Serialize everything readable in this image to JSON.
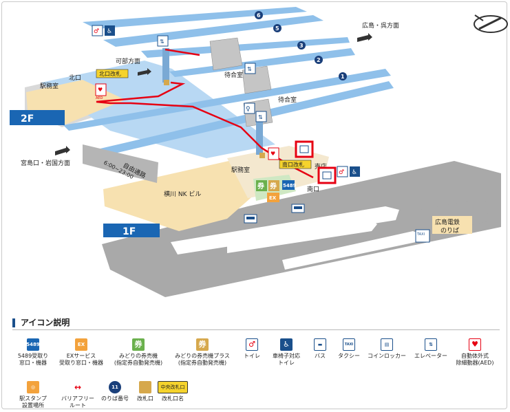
{
  "floors": {
    "f2": "2F",
    "f1": "1F"
  },
  "tracks": [
    "6",
    "5",
    "3",
    "2",
    "1"
  ],
  "labels": {
    "hiroshima_kure": "広島・呉方面",
    "kabe": "可部方面",
    "miyajimaguchi": "宮島口・岩国方面",
    "north_exit": "北口",
    "north_gate": "北口改札",
    "station_office_n": "駅務室",
    "waiting_room_1": "待合室",
    "waiting_room_2": "待合室",
    "free_passage": "自由通路",
    "passage_hours": "6:00~23:00",
    "station_office_s": "駅務室",
    "south_gate": "南口改札",
    "shop": "売店",
    "south_exit": "南口",
    "nk_building": "横川 NK ビル",
    "hiroden_1": "広島電鉄",
    "hiroden_2": "のりば"
  },
  "map_icons": {
    "ticket": "券",
    "aed": "AED",
    "ex": "EX",
    "code5489": "5489",
    "taxi": "TAXI"
  },
  "legend": {
    "title": "アイコン説明",
    "items": [
      {
        "text": "5489受取り\n窓口・機器",
        "icon": "5489"
      },
      {
        "text": "EXサービス\n受取り窓口・機器",
        "icon": "EX"
      },
      {
        "text": "みどりの券売機\n(指定券自動発売機)",
        "icon": "券"
      },
      {
        "text": "みどりの券売機プラス\n(指定券自動発売機)",
        "icon": "券"
      },
      {
        "text": "トイレ",
        "icon": "toilet"
      },
      {
        "text": "車椅子対応\nトイレ",
        "icon": "wheelchair"
      },
      {
        "text": "バス",
        "icon": "bus"
      },
      {
        "text": "タクシー",
        "icon": "TAXI"
      },
      {
        "text": "コインロッカー",
        "icon": "locker"
      },
      {
        "text": "エレベーター",
        "icon": "elevator"
      },
      {
        "text": "自動体外式\n除細動器(AED)",
        "icon": "AED"
      }
    ],
    "items2": [
      {
        "text": "駅スタンプ\n設置場所"
      },
      {
        "text": "バリアフリー\nルート"
      },
      {
        "text": "のりば番号",
        "icon": "11"
      },
      {
        "text": "改札口"
      },
      {
        "text": "改札口名",
        "icon": "中央改札口"
      }
    ]
  },
  "colors": {
    "platform": "#8fc0ea",
    "floor2": "#b8d8f3",
    "concrete": "#a9a9a9",
    "building": "#f7e1b0",
    "route": "#e60012",
    "floor_tag": "#1a66b3",
    "gate": "#f5d32d"
  }
}
